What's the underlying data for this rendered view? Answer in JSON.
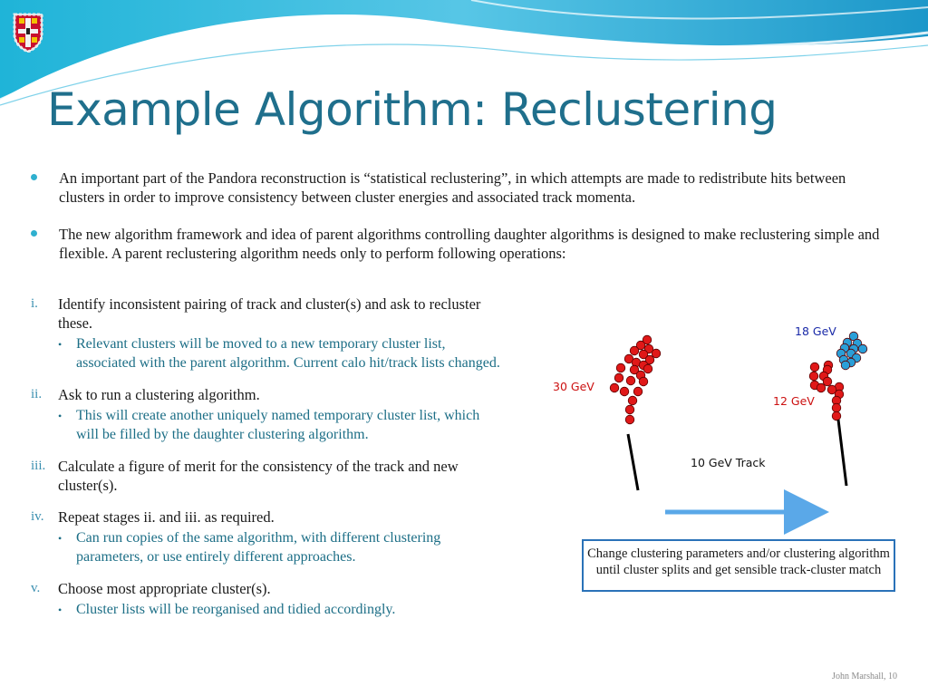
{
  "title": "Example Algorithm: Reclustering",
  "intro_bullets": [
    "An important part of the Pandora reconstruction is “statistical reclustering”, in which attempts are made to redistribute hits between clusters in order to improve consistency between cluster energies and associated track momenta.",
    "The new algorithm framework and idea of parent algorithms controlling daughter algorithms is designed to make reclustering simple and flexible.  A parent reclustering algorithm needs only to perform following operations:"
  ],
  "steps": [
    {
      "num": "i.",
      "text": "Identify inconsistent pairing of track and cluster(s) and ask to recluster these.",
      "sub": "Relevant clusters will be moved to a new temporary cluster list, associated with the parent algorithm. Current calo hit/track lists changed."
    },
    {
      "num": "ii.",
      "text": "Ask to run a clustering algorithm.",
      "sub": "This will create another uniquely named temporary cluster list, which will be filled by the daughter clustering algorithm."
    },
    {
      "num": "iii.",
      "text": "Calculate a figure of merit for the consistency of the track and new cluster(s).",
      "sub": ""
    },
    {
      "num": "iv.",
      "text": "Repeat stages ii. and iii. as required.",
      "sub": "Can run copies of the same algorithm, with different clustering parameters, or use entirely different approaches."
    },
    {
      "num": "v.",
      "text": "Choose most appropriate cluster(s).",
      "sub": "Cluster lists will be reorganised and tidied accordingly."
    }
  ],
  "diagram": {
    "label_30gev": "30 GeV",
    "label_18gev": "18 GeV",
    "label_12gev": "12 GeV",
    "label_track": "10 GeV Track",
    "callout": "Change clustering parameters and/or clustering algorithm until cluster splits and get sensible track-cluster match",
    "colors": {
      "red_hit": "#e01818",
      "blue_hit": "#2a9fd8",
      "arrow": "#5aa8e8"
    }
  },
  "footer": "John Marshall, 10"
}
